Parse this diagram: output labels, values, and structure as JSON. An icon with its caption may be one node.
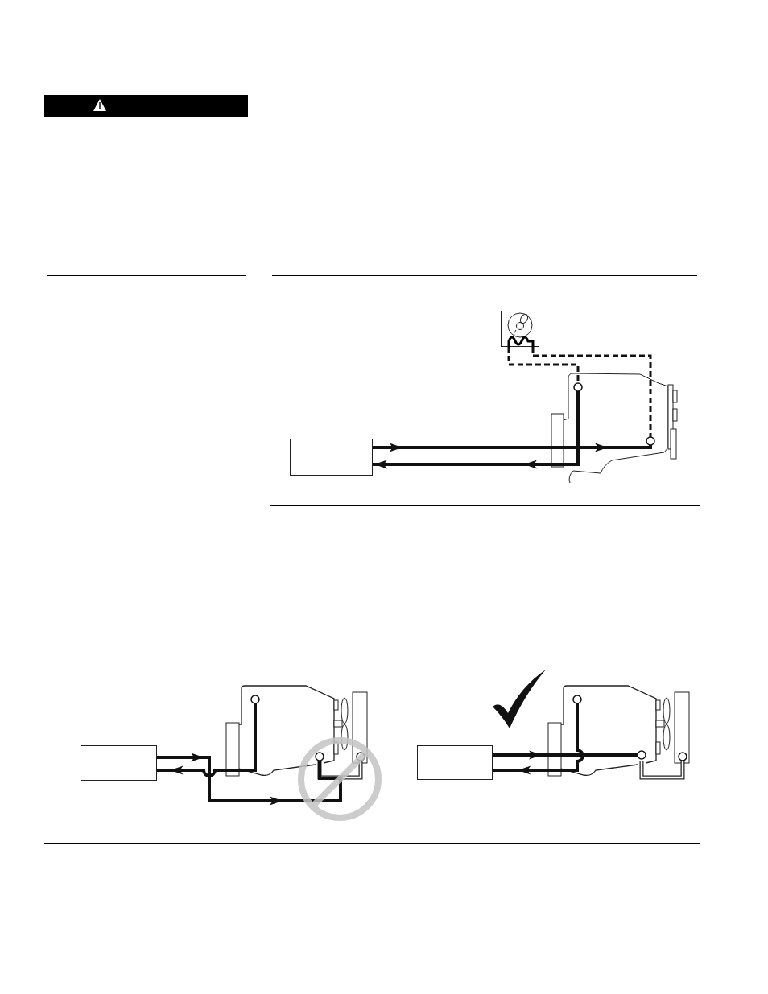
{
  "diagram": {
    "nodes": [
      {
        "text": [],
        "shape": "box"
      },
      {
        "text": [],
        "shape": "picture"
      },
      {
        "text": [],
        "shape": "picture"
      },
      {
        "text": [],
        "shape": "circle",
        "in": 2
      },
      {
        "text": [],
        "shape": "circle",
        "in": 2
      },
      {
        "text": [],
        "shape": "box"
      },
      {
        "text": [],
        "shape": "picture"
      },
      {
        "text": [],
        "shape": "circle",
        "in": 6
      },
      {
        "text": [],
        "shape": "circle",
        "in": 6
      },
      {
        "text": [],
        "shape": "box"
      },
      {
        "text": [],
        "shape": "picture"
      },
      {
        "text": [],
        "shape": "circle",
        "in": 10
      },
      {
        "text": [],
        "shape": "circle",
        "in": 10
      }
    ],
    "edges": [
      {
        "from": 0,
        "to": 4,
        "arrow": "to"
      },
      {
        "from": 3,
        "to": 0,
        "arrow": "to"
      },
      {
        "from": 1,
        "to": 3,
        "arrow": "none",
        "style": "dashed"
      },
      {
        "from": 1,
        "to": 4,
        "arrow": "none",
        "style": "dashed"
      },
      {
        "from": 5,
        "to": 8,
        "arrow": "to"
      },
      {
        "from": 7,
        "to": 5,
        "arrow": "to"
      },
      {
        "from": 9,
        "to": 12,
        "arrow": "to"
      },
      {
        "from": 11,
        "to": 9,
        "arrow": "to"
      }
    ]
  }
}
